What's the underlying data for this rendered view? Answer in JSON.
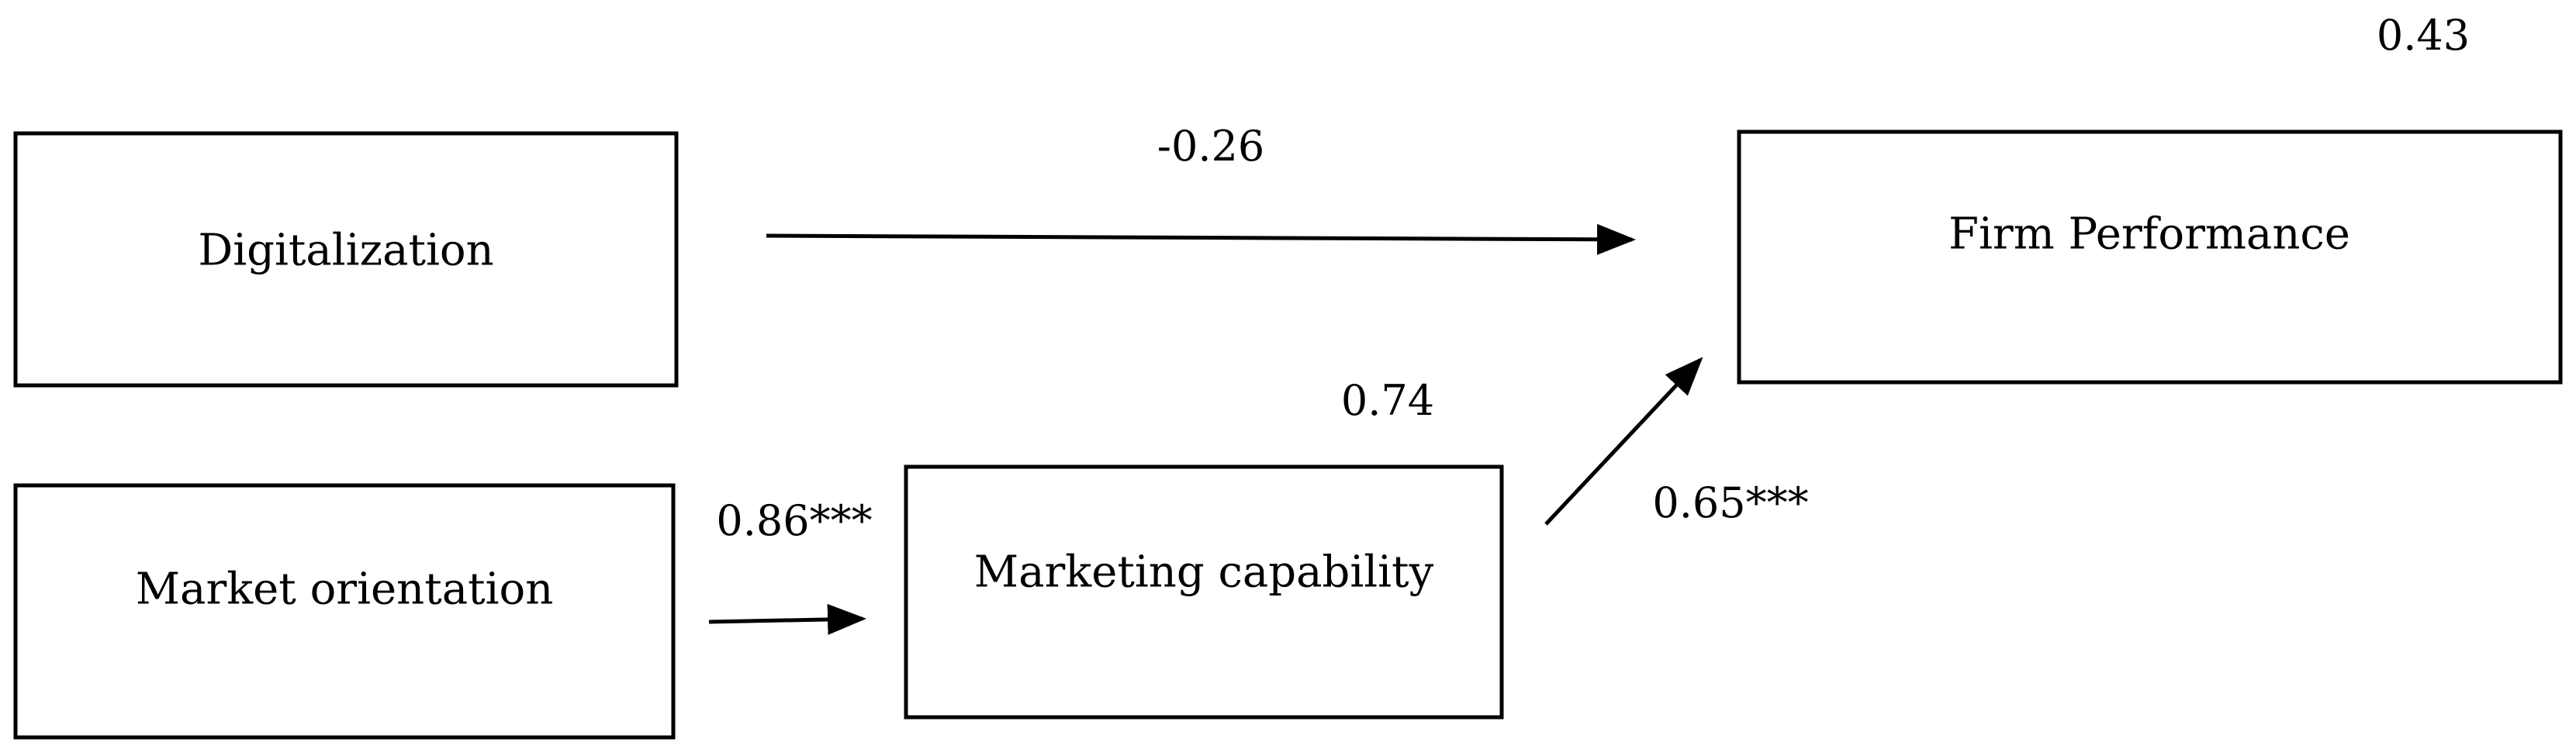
{
  "nodes": {
    "digitalization": "Digitalization",
    "market_orientation": "Market orientation",
    "marketing_capability": "Marketing capability",
    "firm_performance": "Firm Performance"
  },
  "paths": {
    "digitalization_to_firm_performance": "-0.26",
    "market_orientation_to_marketing_capability": "0.86***",
    "marketing_capability_to_firm_performance": "0.65***"
  },
  "r_squared": {
    "marketing_capability": "0.74",
    "firm_performance": "0.43"
  }
}
